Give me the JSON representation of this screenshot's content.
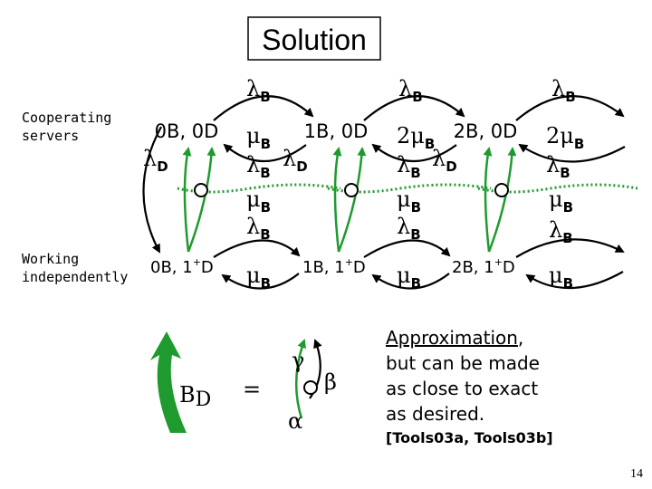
{
  "title": "Solution",
  "labels": {
    "cooperating": [
      "Cooperating",
      "servers"
    ],
    "working": [
      "Working",
      "independently"
    ]
  },
  "states": {
    "s00": "0B, 0D",
    "s10": "1B, 0D",
    "s20": "2B, 0D",
    "t0": "0B, 1",
    "t1": "1B, 1",
    "t2": "2B, 1",
    "plus": "+",
    "d": "D"
  },
  "rates": {
    "lambda": "λ",
    "mu": "μ",
    "two": "2",
    "B": "B",
    "D": "D"
  },
  "legend": {
    "BD": "B",
    "BD_sub": "D",
    "equals": "=",
    "gamma": "γ",
    "beta": "β",
    "alpha": "α"
  },
  "note": {
    "lines": [
      {
        "pre": "",
        "u": "Approximation",
        "post": ","
      },
      {
        "pre": "but can be made",
        "u": "",
        "post": ""
      },
      {
        "pre": "as close to exact",
        "u": "",
        "post": ""
      },
      {
        "pre": "as desired.",
        "u": "",
        "post": ""
      }
    ],
    "ref": "[Tools03a, Tools03b]"
  },
  "page_number": "14",
  "colors": {
    "arrow": "#1f9a2e",
    "text": "#000000",
    "background": "#ffffff"
  }
}
